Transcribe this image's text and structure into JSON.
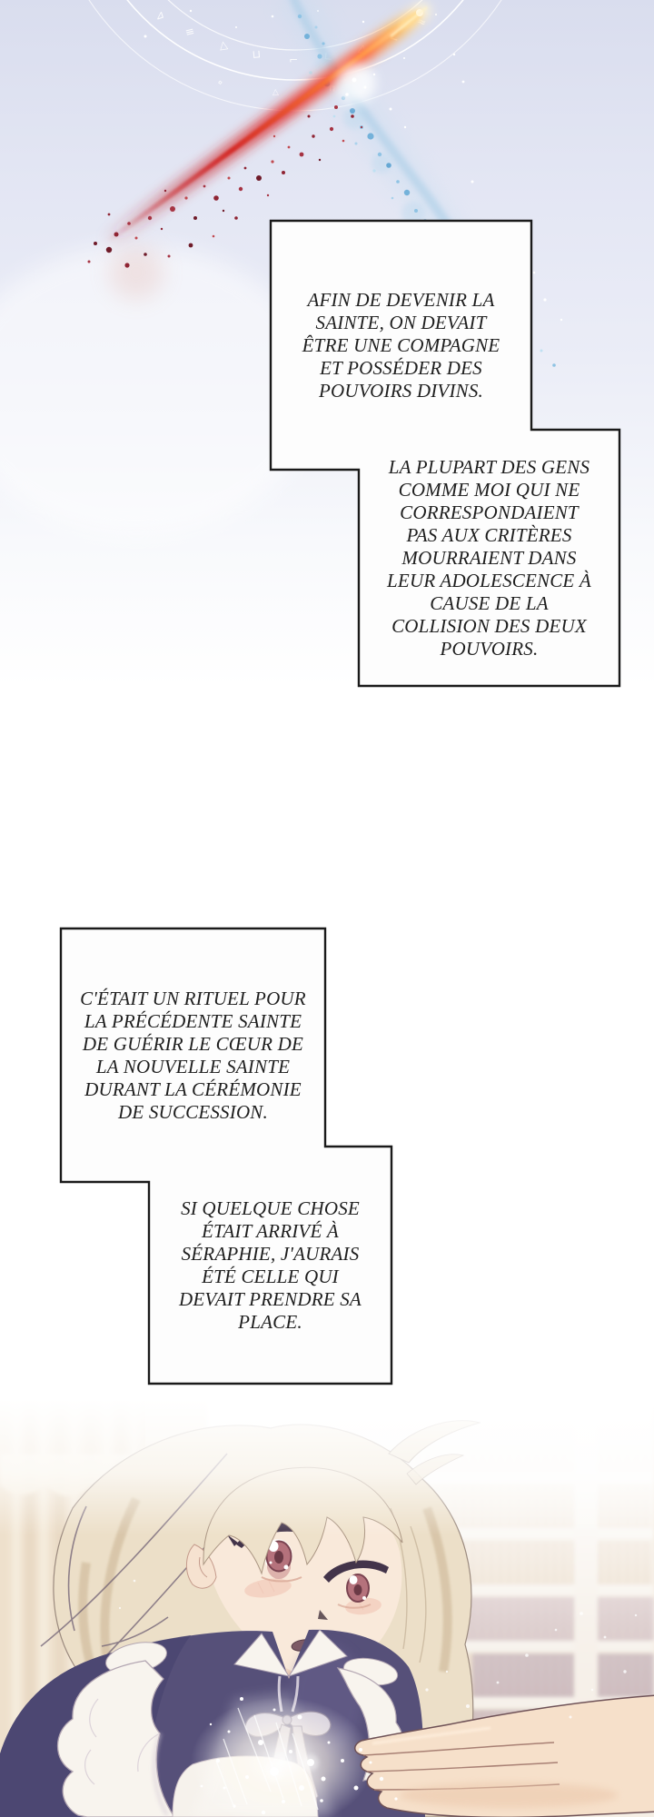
{
  "speech_boxes": [
    {
      "name": "narration-box-1",
      "text": "AFIN DE DEVENIR LA\nSAINTE, ON DEVAIT\nÊTRE UNE COMPAGNE\nET POSSÉDER DES\nPOUVOIRS DIVINS."
    },
    {
      "name": "narration-box-2",
      "text": "LA PLUPART DES GENS\nCOMME MOI QUI NE\nCORRESPONDAIENT\nPAS AUX CRITÈRES\nMOURRAIENT DANS\nLEUR ADOLESCENCE À\nCAUSE DE LA\nCOLLISION DES DEUX\nPOUVOIRS."
    },
    {
      "name": "narration-box-3",
      "text": "C'ÉTAIT UN RITUEL POUR\nLA PRÉCÉDENTE SAINTE\nDE GUÉRIR LE CŒUR DE\nLA NOUVELLE SAINTE\nDURANT LA CÉRÉMONIE\nDE SUCCESSION."
    },
    {
      "name": "narration-box-4",
      "text": "SI QUELQUE CHOSE\nÉTAIT ARRIVÉ À\nSÉRAPHIE, J'AURAIS\nÉTÉ CELLE QUI\nDEVAIT PRENDRE SA\nPLACE."
    }
  ],
  "colors": {
    "page_background": "#ffffff",
    "sky_top": "#d9ddee",
    "box_fill": "#fdfdfd",
    "box_border": "#1a1a1a",
    "text_color": "#1e1e1e",
    "red_streak": "#dc2f2a",
    "streak_tip_orange": "#ffc35e",
    "blue_streak": "#8fc3e4",
    "magic_circle_white": "#ffffff",
    "hair_cream": "#ecdfc8",
    "skin": "#f9e9da",
    "eye_rose": "#b5727c",
    "dress_navy": "#565079",
    "apron_white": "#f8f4ee",
    "ribbon_grey": "#d3ccd9",
    "bookshelf_tan": "#e6d2ba",
    "book_purple": "#9a7f9c",
    "sparkle_white": "#ffffff"
  }
}
